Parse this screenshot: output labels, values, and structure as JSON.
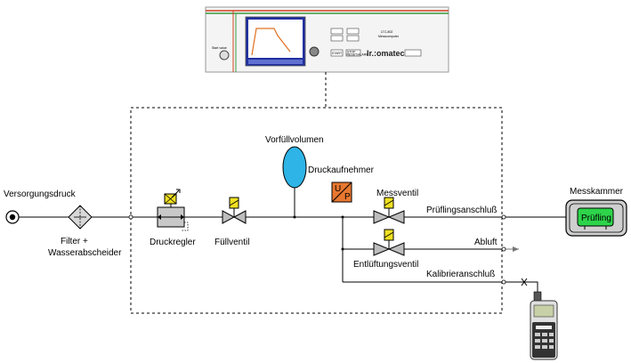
{
  "device": {
    "start_label": "Start value",
    "model": "LTC-802",
    "subtitle": "Messcomputer",
    "brand": "Ir.:omatec",
    "btn_start": "START",
    "btn_stop": "STOP",
    "btn_stop2": "RESET/ALARM"
  },
  "labels": {
    "supply": "Versorgungsdruck",
    "filter_line1": "Filter +",
    "filter_line2": "Wasserabscheider",
    "regulator": "Druckregler",
    "fill_valve": "Füllventil",
    "prefill_volume": "Vorfüllvolumen",
    "pressure_sensor": "Druckaufnehmer",
    "measure_valve": "Messventil",
    "test_port": "Prüflingsanschluß",
    "exhaust": "Abluft",
    "vent_valve": "Entlüftungsventil",
    "calibration_port": "Kalibrieranschluß",
    "chamber": "Messkammer",
    "specimen": "Prüfling",
    "transducer_u": "U",
    "transducer_p": "P"
  },
  "colors": {
    "coil_yellow": "#F0E020",
    "volume_blue": "#2EB4E6",
    "transducer_orange": "#E87830",
    "specimen_green": "#2DD44A",
    "screen_blue": "#2030A0",
    "stripe_red": "#D04020",
    "stripe_green": "#3A9A40",
    "curve_orange": "#E07020"
  }
}
